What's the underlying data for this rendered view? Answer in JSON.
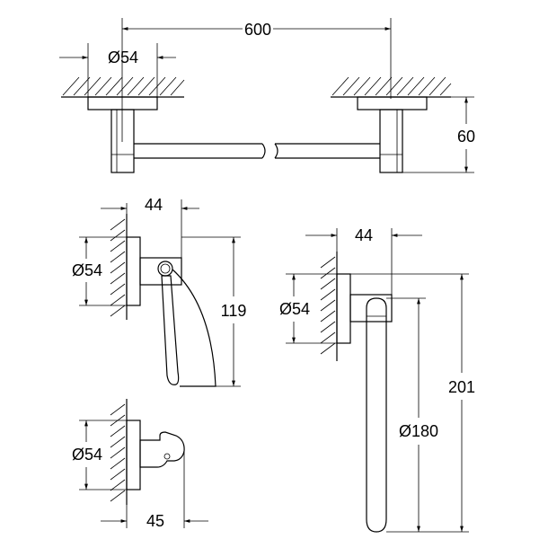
{
  "dimensions": {
    "towel_bar_length": "600",
    "towel_bar_flange_dia": "Ø54",
    "towel_bar_projection": "60",
    "paper_holder_depth": "44",
    "paper_holder_flange_dia": "Ø54",
    "paper_holder_height": "119",
    "towel_ring_depth": "44",
    "towel_ring_flange_dia": "Ø54",
    "towel_ring_height": "201",
    "towel_ring_dia": "Ø180",
    "hook_flange_dia": "Ø54",
    "hook_depth": "45"
  }
}
